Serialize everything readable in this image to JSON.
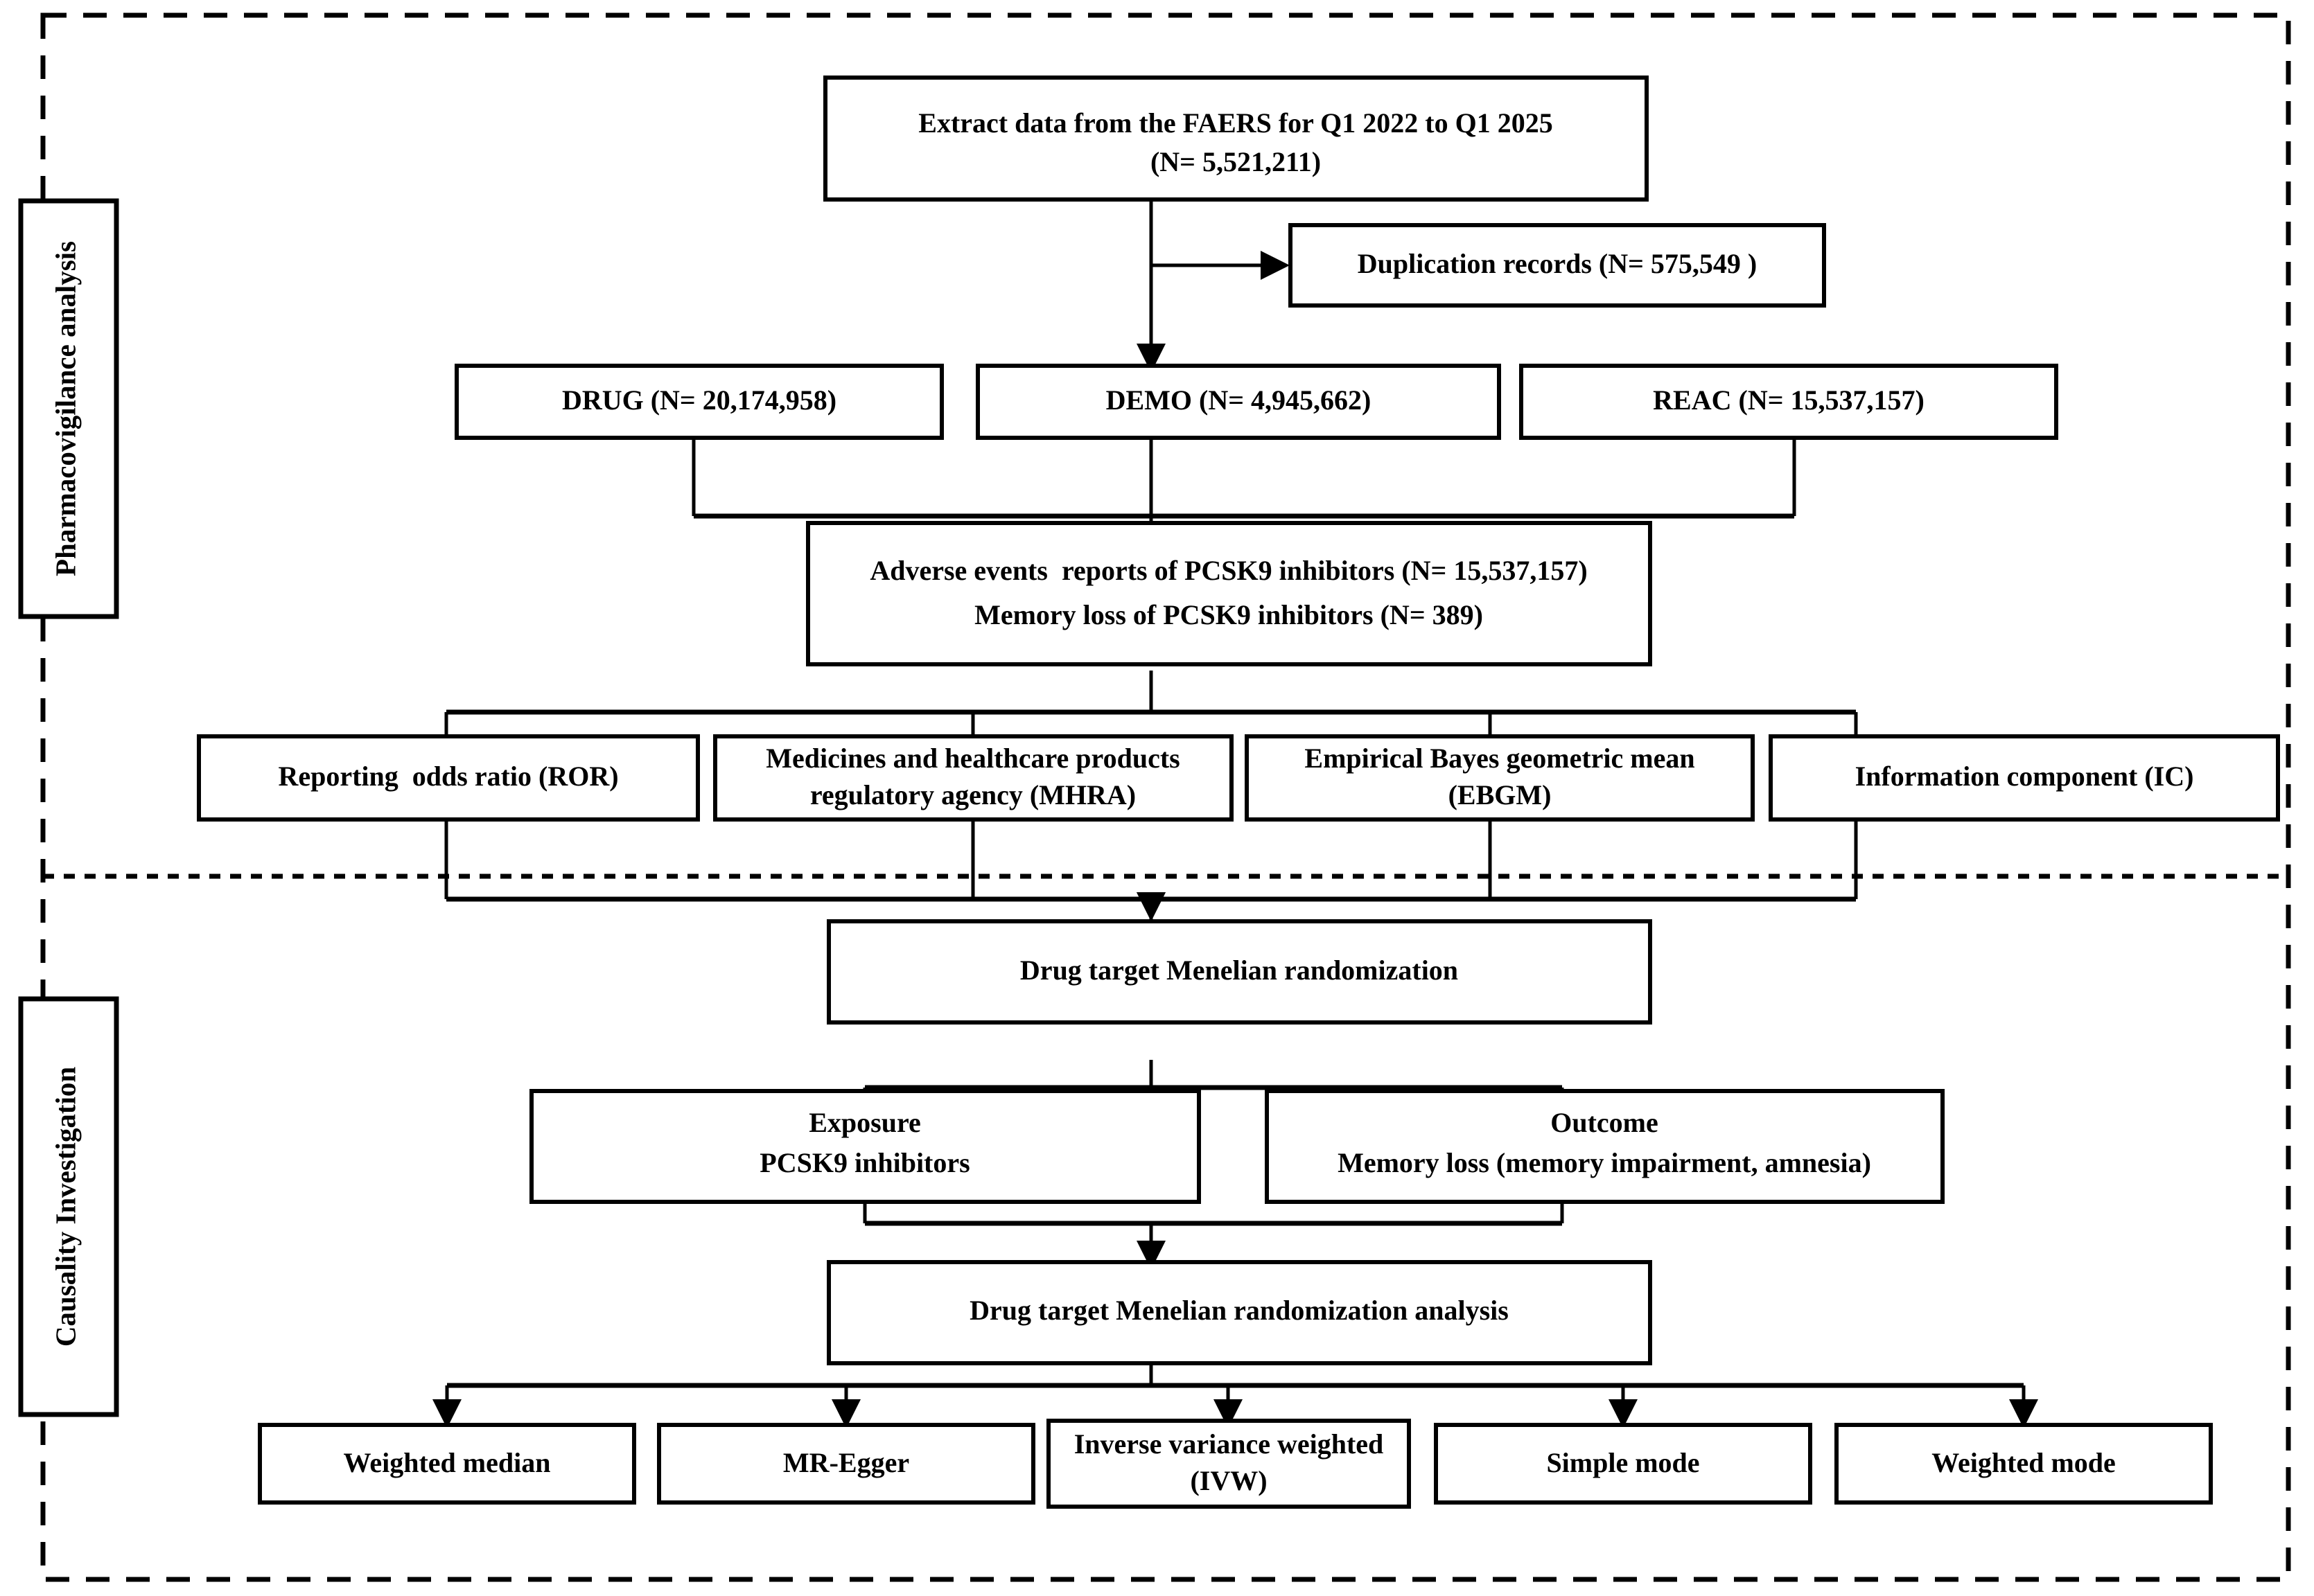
{
  "figure": {
    "type": "flowchart",
    "orientation": "top-to-bottom",
    "sections": [
      {
        "id": "pharmacovigilance",
        "label": "Pharmacovigilance analysis"
      },
      {
        "id": "causality",
        "label": "Causality Investigation"
      }
    ]
  },
  "sections": {
    "pharmacovigilance": {
      "label": "Pharmacovigilance analysis"
    },
    "causality": {
      "label": "Causality Investigation"
    }
  },
  "nodes": {
    "extract": {
      "line1": "Extract data from the FAERS for Q1 2022 to Q1 2025",
      "line2": "(N= 5,521,211)"
    },
    "duplication": {
      "line1": "Duplication records (N= 575,549 )"
    },
    "drug": {
      "line1": "DRUG (N= 20,174,958)"
    },
    "demo": {
      "line1": "DEMO (N= 4,945,662)"
    },
    "reac": {
      "line1": "REAC (N= 15,537,157)"
    },
    "adverse_events": {
      "line1": "Adverse events  reports of PCSK9 inhibitors (N= 15,537,157)",
      "line2": "Memory loss of PCSK9 inhibitors (N= 389)"
    },
    "ror": {
      "line1": "Reporting  odds ratio (ROR)"
    },
    "mhra": {
      "line1": "Medicines and healthcare products",
      "line2": "regulatory agency (MHRA)"
    },
    "ebgm": {
      "line1": "Empirical Bayes geometric mean",
      "line2": "(EBGM)"
    },
    "ic": {
      "line1": "Information component (IC)"
    },
    "mr": {
      "line1": "Drug target Menelian randomization"
    },
    "exposure": {
      "line1": "Exposure",
      "line2": "PCSK9 inhibitors"
    },
    "outcome": {
      "line1": "Outcome",
      "line2": "Memory loss (memory impairment, amnesia)"
    },
    "mr_analysis": {
      "line1": "Drug target Menelian randomization analysis"
    },
    "weighted_median": {
      "line1": "Weighted median"
    },
    "mr_egger": {
      "line1": "MR-Egger"
    },
    "ivw": {
      "line1": "Inverse variance weighted",
      "line2": "(IVW)"
    },
    "simple_mode": {
      "line1": "Simple mode"
    },
    "weighted_mode": {
      "line1": "Weighted mode"
    }
  },
  "colors": {
    "stroke": "#000000",
    "fill": "#ffffff",
    "text": "#000000"
  }
}
